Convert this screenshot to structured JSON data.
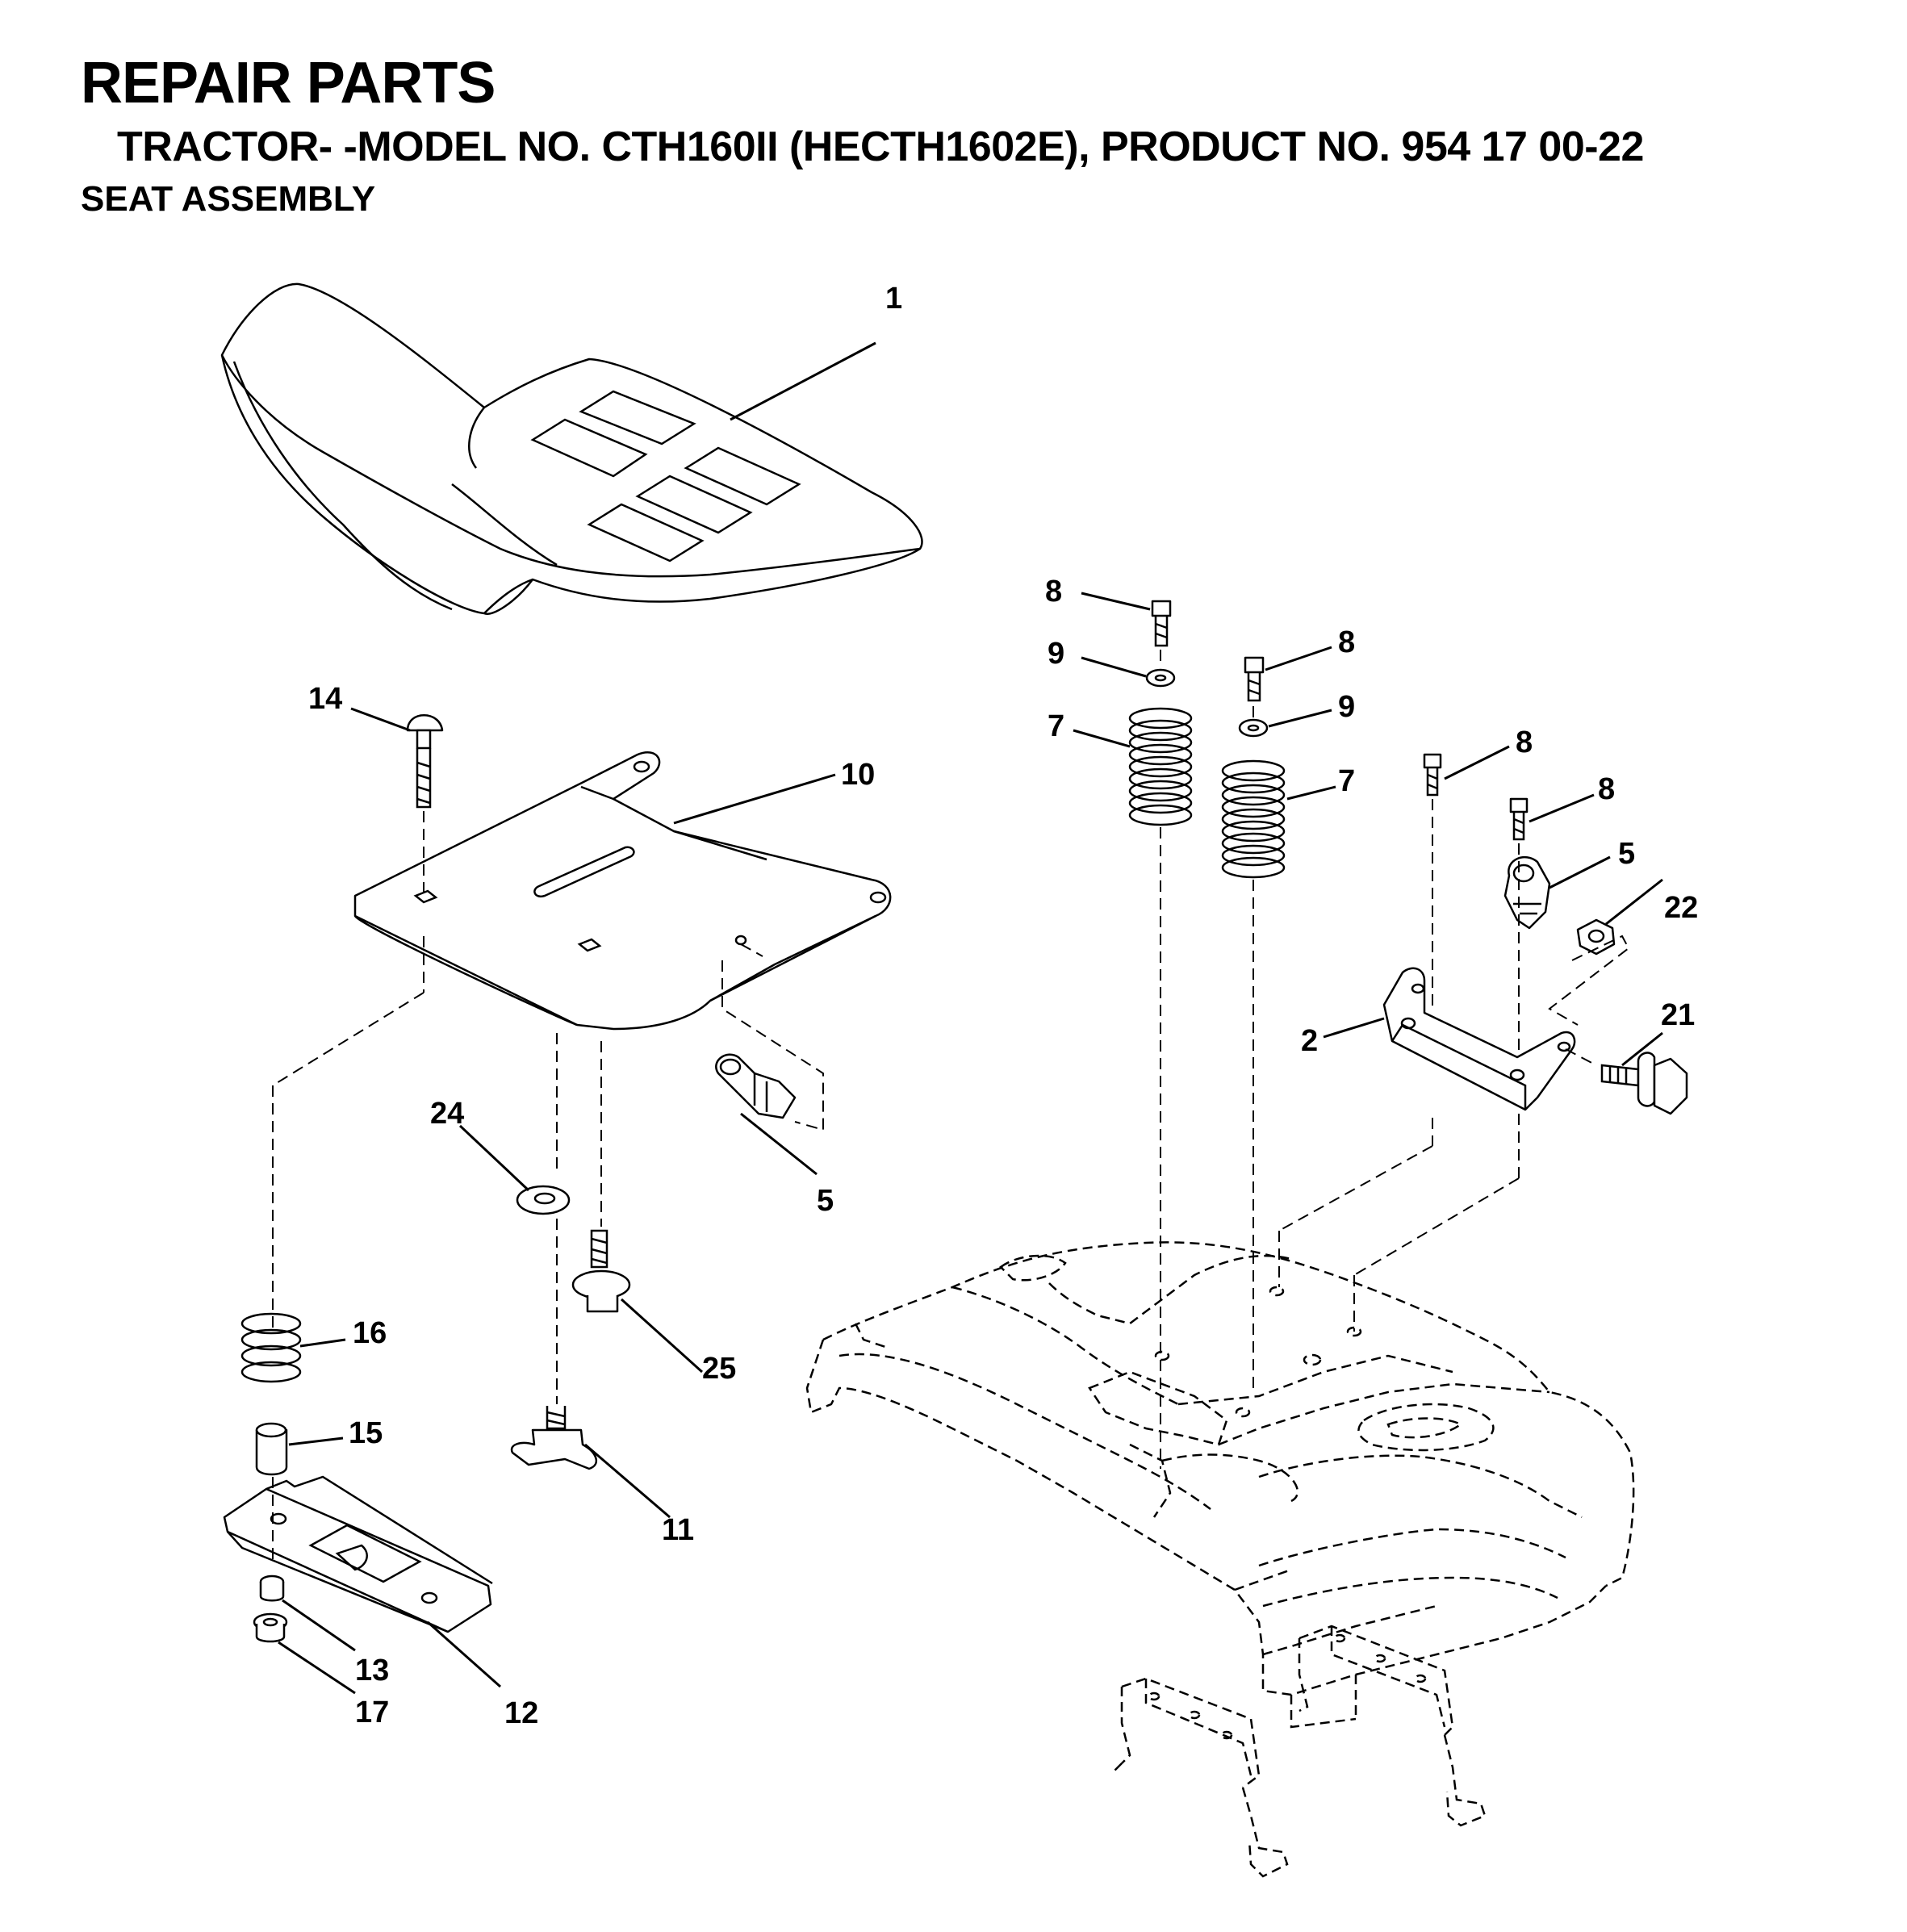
{
  "header": {
    "title": "REPAIR PARTS",
    "subtitle": "TRACTOR- -MODEL NO. CTH160II (HECTH1602E), PRODUCT NO. 954 17 00-22",
    "section": "SEAT ASSEMBLY"
  },
  "callouts": {
    "c1": "1",
    "c2": "2",
    "c5a": "5",
    "c5b": "5",
    "c7a": "7",
    "c7b": "7",
    "c8a": "8",
    "c8b": "8",
    "c8c": "8",
    "c8d": "8",
    "c9a": "9",
    "c9b": "9",
    "c10": "10",
    "c11": "11",
    "c12": "12",
    "c13": "13",
    "c14": "14",
    "c15": "15",
    "c16": "16",
    "c17": "17",
    "c21": "21",
    "c22": "22",
    "c24": "24",
    "c25": "25"
  }
}
